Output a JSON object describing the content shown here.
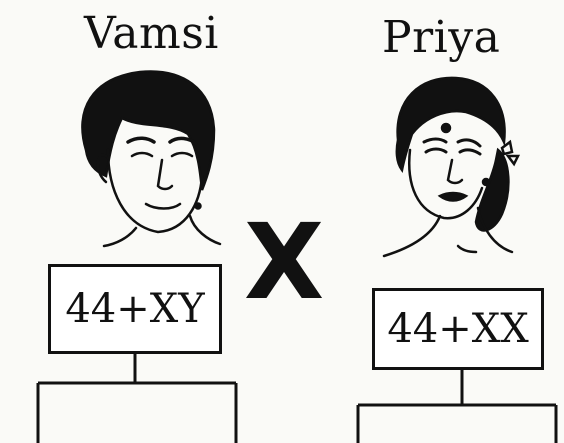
{
  "parents": {
    "father": {
      "name": "Vamsi",
      "chromosomes": "44+XY"
    },
    "mother": {
      "name": "Priya",
      "chromosomes": "44+XX"
    }
  },
  "cross_symbol": "X",
  "colors": {
    "ink": "#111111",
    "paper": "#fafaf7"
  }
}
